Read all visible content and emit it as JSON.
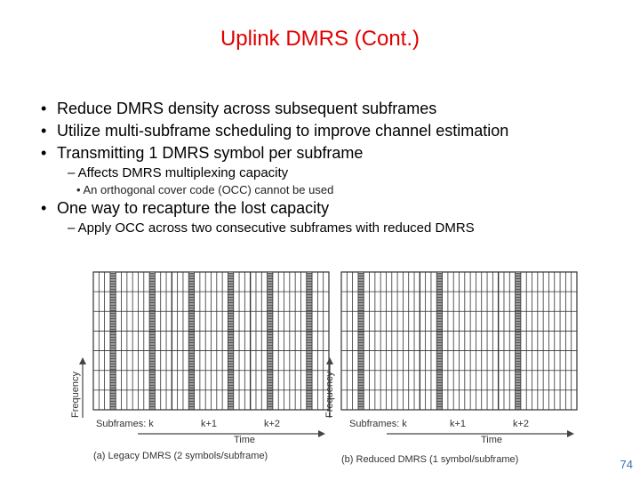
{
  "slide": {
    "title": "Uplink DMRS (Cont.)",
    "page_number": "74"
  },
  "bullets": [
    {
      "text": "Reduce DMRS density across subsequent subframes"
    },
    {
      "text": "Utilize multi-subframe scheduling to improve channel estimation"
    },
    {
      "text": "Transmitting 1 DMRS symbol per subframe"
    },
    {
      "text": "– Affects DMRS multiplexing capacity"
    },
    {
      "text": "An orthogonal cover code (OCC) cannot be used"
    },
    {
      "text": "One way to recapture the lost capacity"
    },
    {
      "text": "– Apply OCC across two consecutive subframes with reduced DMRS"
    }
  ],
  "bullet_glyph": "•",
  "figure": {
    "left": {
      "y_axis_label": "Frequency",
      "subframes_label": "Subframes: k",
      "sf2_label": "k+1",
      "sf3_label": "k+2",
      "x_axis_label": "Time",
      "caption": "(a) Legacy DMRS (2 symbols/subframe)"
    },
    "right": {
      "y_axis_label": "Frequency",
      "subframes_label": "Subframes: k",
      "sf2_label": "k+1",
      "sf3_label": "k+2",
      "x_axis_label": "Time",
      "caption": "(b) Reduced DMRS (1 symbol/subframe)"
    }
  },
  "colors": {
    "title": "#e00000",
    "grid_line": "#444444",
    "dmrs_fill": "#8a8a8a",
    "page_number": "#3a6fb0"
  }
}
